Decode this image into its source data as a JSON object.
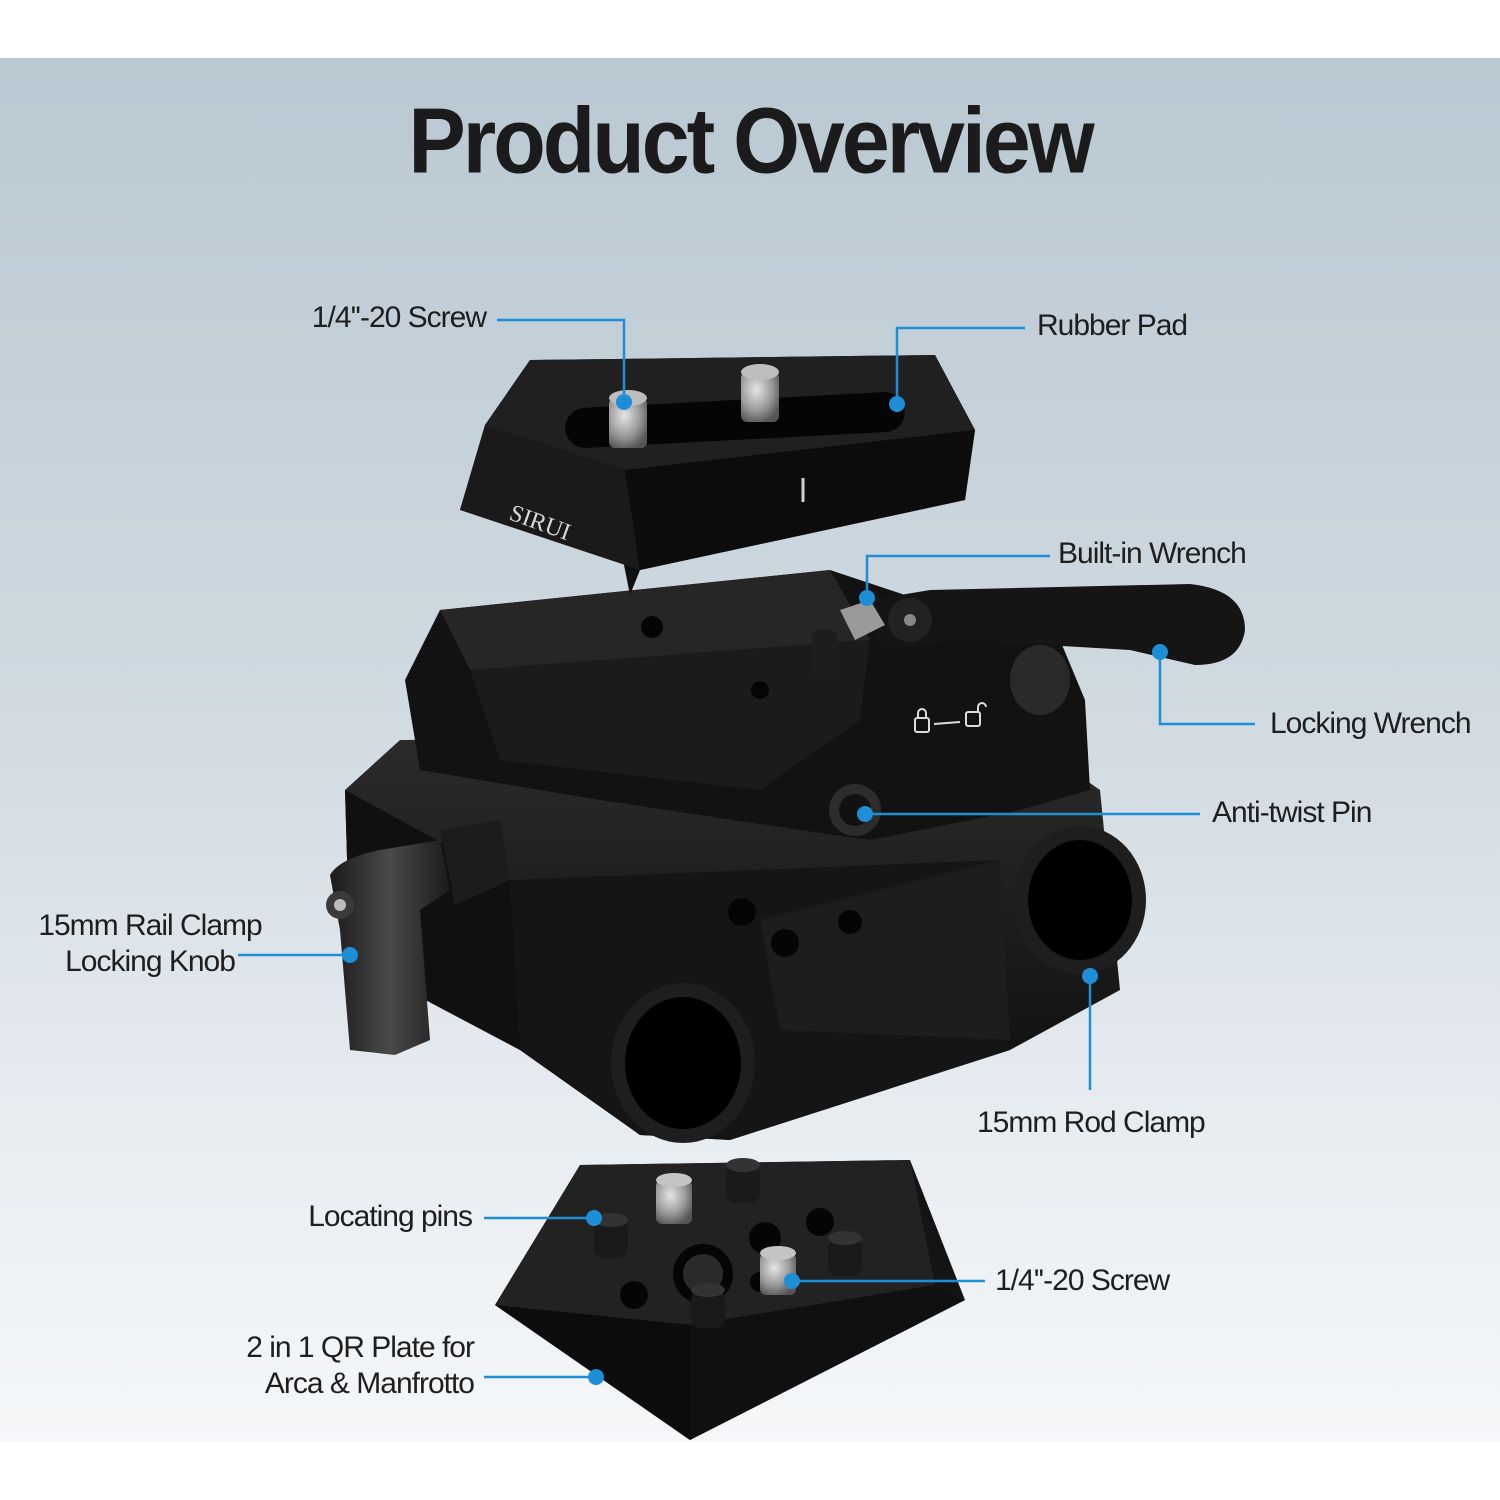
{
  "title": "Product Overview",
  "brand_mark": "SIRUI",
  "labels": {
    "screw_top": "1/4''-20 Screw",
    "rubber_pad": "Rubber Pad",
    "built_in_wrench": "Built-in Wrench",
    "locking_wrench": "Locking Wrench",
    "anti_twist_pin": "Anti-twist Pin",
    "rail_clamp_knob_line1": "15mm Rail Clamp",
    "rail_clamp_knob_line2": "Locking Knob",
    "rod_clamp": "15mm Rod Clamp",
    "locating_pins": "Locating pins",
    "screw_bottom": "1/4''-20 Screw",
    "qr_plate_line1": "2 in 1 QR Plate for",
    "qr_plate_line2": "Arca & Manfrotto"
  },
  "colors": {
    "accent": "#1e8fd6",
    "metal": "#151515",
    "text": "#1e1e1e"
  }
}
